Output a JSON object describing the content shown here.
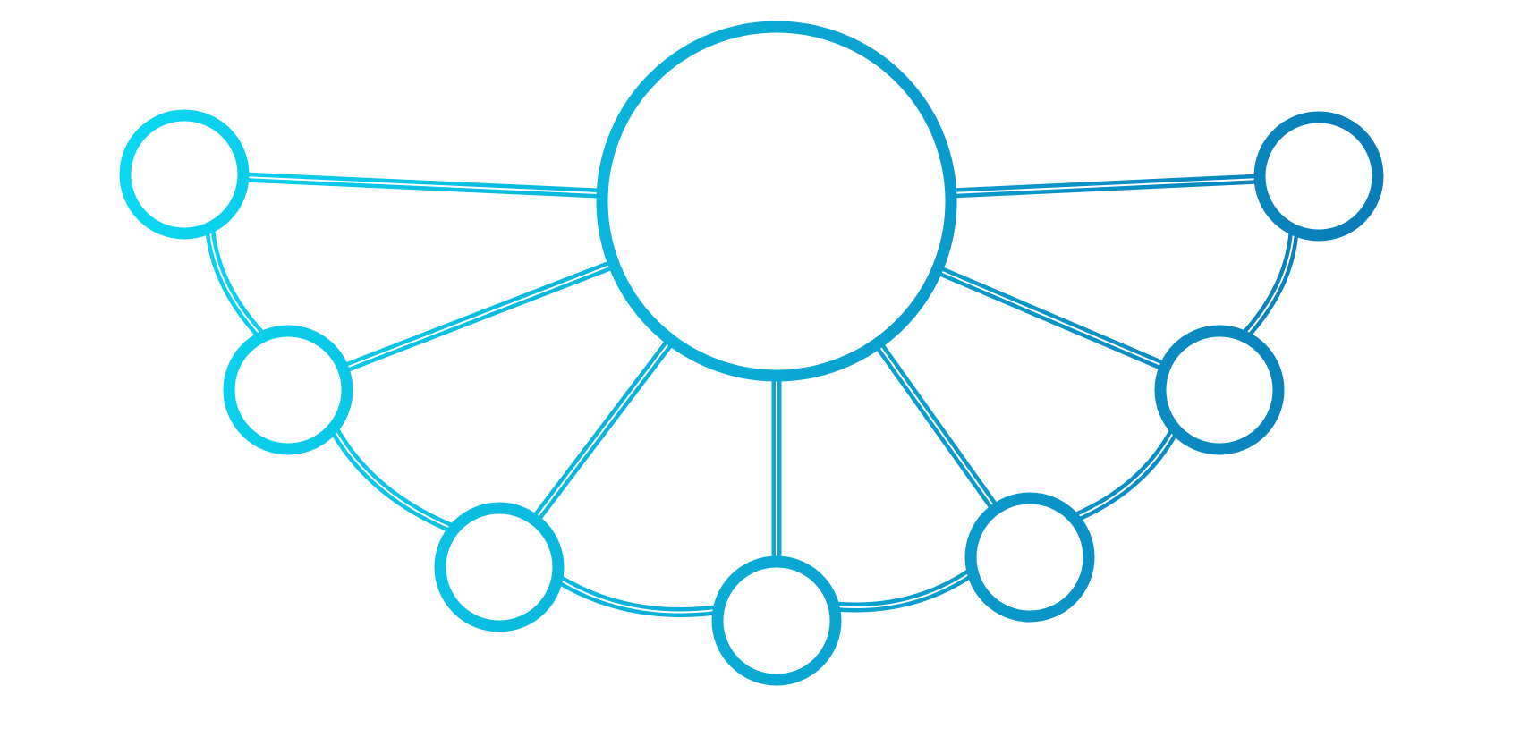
{
  "diagram": {
    "type": "network-hub",
    "gradient": {
      "start": "#0ad8f2",
      "end": "#0a7cb8"
    },
    "hub": {
      "id": "hub",
      "label": ""
    },
    "satellites": [
      {
        "id": "n1",
        "label": ""
      },
      {
        "id": "n2",
        "label": ""
      },
      {
        "id": "n3",
        "label": ""
      },
      {
        "id": "n4",
        "label": ""
      },
      {
        "id": "n5",
        "label": ""
      },
      {
        "id": "n6",
        "label": ""
      },
      {
        "id": "n7",
        "label": ""
      },
      {
        "id": "n8",
        "label": ""
      }
    ],
    "spokes": [
      [
        "hub",
        "n1"
      ],
      [
        "hub",
        "n2"
      ],
      [
        "hub",
        "n3"
      ],
      [
        "hub",
        "n4"
      ],
      [
        "hub",
        "n5"
      ],
      [
        "hub",
        "n6"
      ],
      [
        "hub",
        "n7"
      ],
      [
        "hub",
        "n8"
      ]
    ],
    "ring": [
      [
        "n1",
        "n2"
      ],
      [
        "n2",
        "n3"
      ],
      [
        "n3",
        "n4"
      ],
      [
        "n4",
        "n5"
      ],
      [
        "n5",
        "n6"
      ],
      [
        "n6",
        "n7"
      ],
      [
        "n7",
        "n8"
      ]
    ]
  }
}
